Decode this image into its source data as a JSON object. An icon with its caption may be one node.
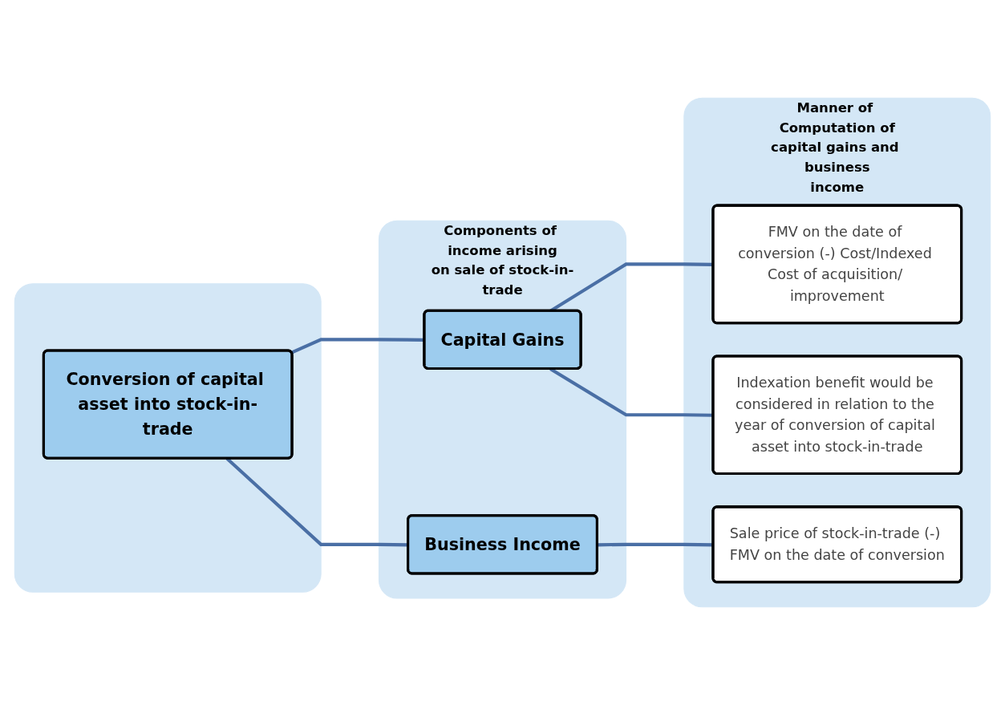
{
  "diagram": {
    "nodes": [
      {
        "text": [],
        "shape": "box"
      },
      {
        "text": [
          "Conversion of capital asset into stock-in-trade"
        ],
        "in": 0
      },
      {
        "text": [
          "Components of income arising on sale of stock-in-trade"
        ]
      },
      {
        "text": [
          "Capital Gains"
        ],
        "in": 2
      },
      {
        "text": [
          "Business Income"
        ],
        "in": 2
      },
      {
        "text": [
          "Manner of Computation of capital gains and business income"
        ]
      },
      {
        "text": [
          "FMV on the date of conversion (-) Cost/Indexed Cost of acquisition/ improvement"
        ],
        "in": 5
      },
      {
        "text": [
          "Indexation benefit would be considered in relation to the year of conversion of capital asset into stock-in-trade"
        ],
        "in": 5
      },
      {
        "text": [
          "Sale price of stock-in-trade (-) FMV on the date of conversion"
        ],
        "in": 5
      }
    ],
    "edges": [
      {
        "from": 1,
        "to": 3,
        "arrow": "none"
      },
      {
        "from": 1,
        "to": 4,
        "arrow": "none"
      },
      {
        "from": 3,
        "to": 6,
        "arrow": "none"
      },
      {
        "from": 3,
        "to": 7,
        "arrow": "none"
      },
      {
        "from": 4,
        "to": 8,
        "arrow": "none"
      }
    ]
  }
}
